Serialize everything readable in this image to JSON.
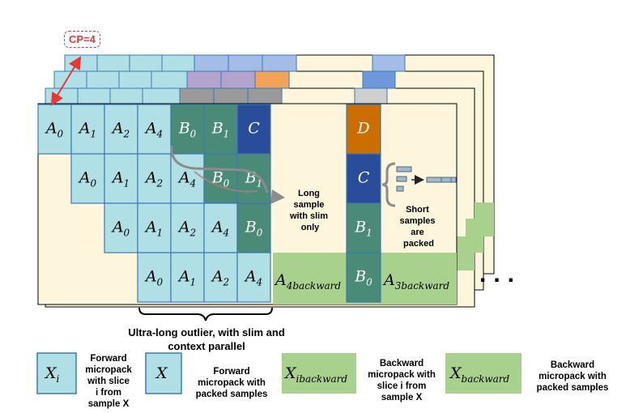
{
  "cp_label": "CP=4",
  "colors": {
    "forward": "#b0e0e6",
    "slim": "#4a8b78",
    "c_block": "#2a4d9b",
    "d_block": "#cc6d00",
    "backward": "#a9d18e",
    "page_bg": "#fdf5dc"
  },
  "grid": {
    "rows": [
      {
        "cells": [
          {
            "base": "A",
            "sub": "0"
          },
          {
            "base": "A",
            "sub": "1"
          },
          {
            "base": "A",
            "sub": "2"
          },
          {
            "base": "A",
            "sub": "4"
          },
          {
            "base": "B",
            "sub": "0"
          },
          {
            "base": "B",
            "sub": "1"
          },
          {
            "base": "C",
            "sub": ""
          }
        ]
      },
      {
        "cells": [
          {
            "base": "A",
            "sub": "0"
          },
          {
            "base": "A",
            "sub": "1"
          },
          {
            "base": "A",
            "sub": "2"
          },
          {
            "base": "A",
            "sub": "4"
          },
          {
            "base": "B",
            "sub": "0"
          },
          {
            "base": "B",
            "sub": "1"
          }
        ]
      },
      {
        "cells": [
          {
            "base": "A",
            "sub": "0"
          },
          {
            "base": "A",
            "sub": "1"
          },
          {
            "base": "A",
            "sub": "2"
          },
          {
            "base": "A",
            "sub": "4"
          },
          {
            "base": "B",
            "sub": "0"
          }
        ]
      },
      {
        "cells": [
          {
            "base": "A",
            "sub": "0"
          },
          {
            "base": "A",
            "sub": "1"
          },
          {
            "base": "A",
            "sub": "2"
          },
          {
            "base": "A",
            "sub": "4"
          }
        ]
      }
    ],
    "column_cells": [
      {
        "base": "D",
        "sub": ""
      },
      {
        "base": "C",
        "sub": ""
      },
      {
        "base": "B",
        "sub": "1"
      },
      {
        "base": "B",
        "sub": "0"
      }
    ],
    "backward_labels": [
      {
        "base": "A",
        "sub": "4backward"
      },
      {
        "base": "A",
        "sub": "3backward"
      }
    ]
  },
  "annotations": {
    "long_sample": [
      "Long",
      "sample",
      "with slim",
      "only"
    ],
    "short_samples": [
      "Short",
      "samples",
      "are",
      "packed"
    ],
    "outlier_caption": [
      "Ultra-long outlier, with slim and",
      "context parallel"
    ],
    "ellipsis": "..."
  },
  "legend": [
    {
      "box": {
        "base": "X",
        "sub": "i"
      },
      "kind": "forward",
      "desc": [
        "Forward",
        "micropack",
        "with slice",
        "i from",
        "sample X"
      ]
    },
    {
      "box": {
        "base": "X",
        "sub": ""
      },
      "kind": "forward",
      "desc": [
        "Forward",
        "micropack with",
        "packed samples"
      ]
    },
    {
      "box": {
        "base": "X",
        "sub": "ibackward"
      },
      "kind": "backward",
      "desc": [
        "Backward",
        "micropack with",
        "slice i from",
        "sample X"
      ]
    },
    {
      "box": {
        "base": "X",
        "sub": "backward"
      },
      "kind": "backward",
      "desc": [
        "Backward",
        "micropack with",
        "packed samples"
      ]
    }
  ]
}
